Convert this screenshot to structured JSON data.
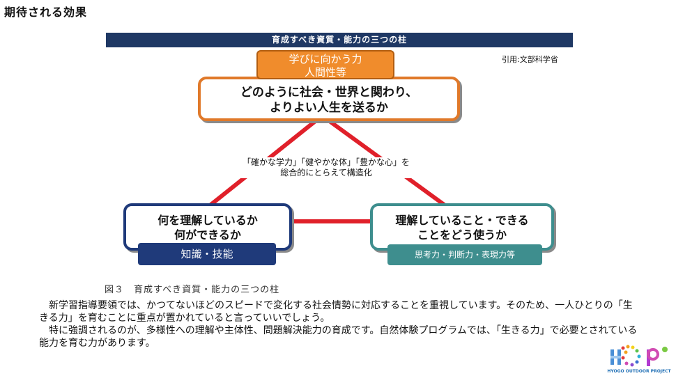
{
  "page_title": "期待される効果",
  "banner_title": "育成すべき資質・能力の三つの柱",
  "citation": "引用:文部科学省",
  "diagram": {
    "top_label_line1": "学びに向かう力",
    "top_label_line2": "人間性等",
    "top_box_line1": "どのように社会・世界と関わり、",
    "top_box_line2": "よりよい人生を送るか",
    "center_line1": "「確かな学力」「健やかな体」「豊かな心」を",
    "center_line2": "総合的にとらえて構造化",
    "left_box_line1": "何を理解しているか",
    "left_box_line2": "何ができるか",
    "left_label": "知識・技能",
    "right_box_line1": "理解していること・できる",
    "right_box_line2": "ことをどう使うか",
    "right_label": "思考力・判断力・表現力等",
    "colors": {
      "orange": "#f08c2c",
      "navy": "#1f3a7a",
      "teal": "#3e8e8e",
      "red_line": "#e0202a"
    }
  },
  "figure_caption": "図３　育成すべき資質・能力の三つの柱",
  "body": {
    "paragraph1": "新学習指導要領では、かつてないほどのスピードで変化する社会情勢に対応することを重視しています。そのため、一人ひとりの「生きる力」を育むことに重点が置かれていると言っていいでしょう。",
    "paragraph2": "特に強調されるのが、多様性への理解や主体性、問題解決能力の育成です。自然体験プログラムでは、「生きる力」で必要とされている能力を育む力があります。"
  },
  "logo": {
    "caption": "HYOGO OUTDOOR PROJECT"
  }
}
